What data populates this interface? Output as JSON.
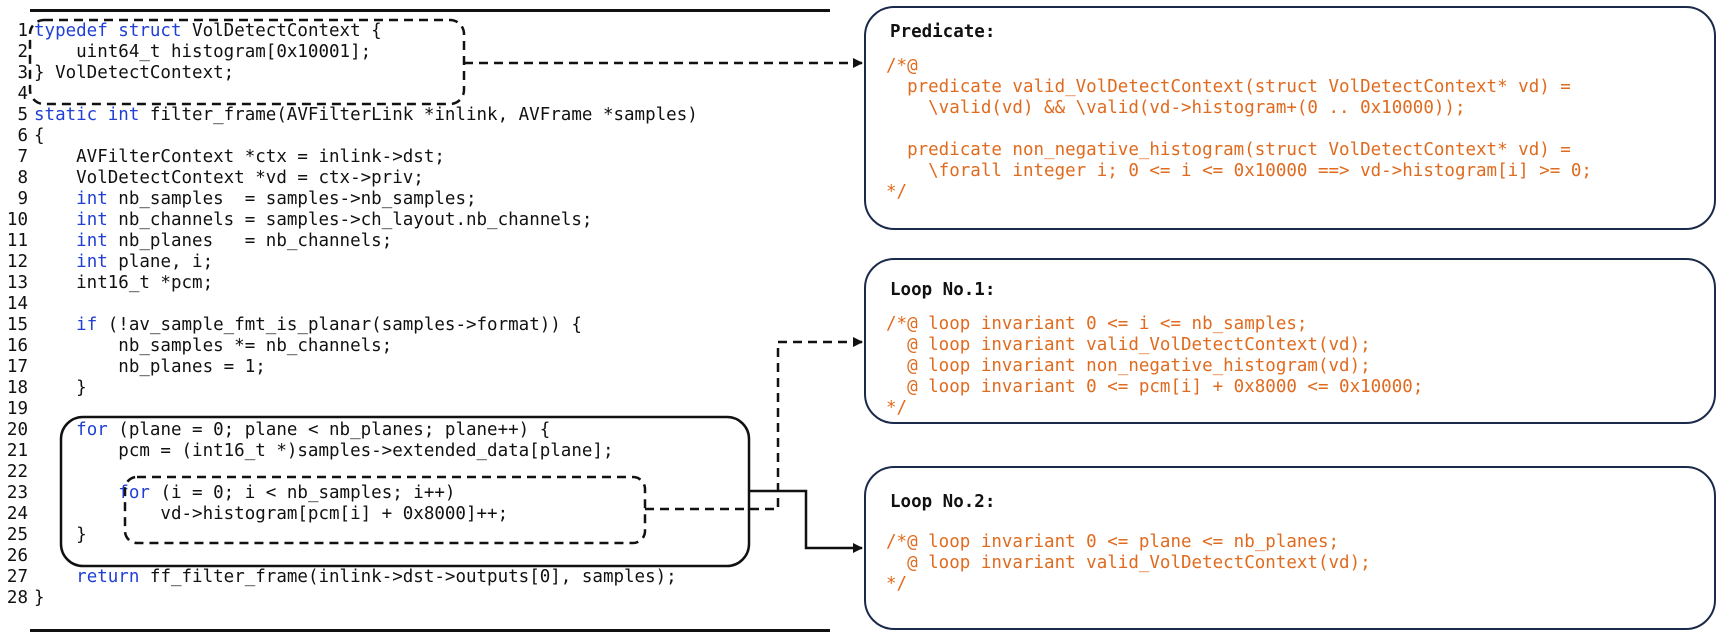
{
  "code": {
    "lines": [
      {
        "n": "1",
        "parts": [
          {
            "t": "typedef struct",
            "kw": true
          },
          {
            "t": " VolDetectContext {"
          }
        ]
      },
      {
        "n": "2",
        "parts": [
          {
            "t": "    uint64_t histogram[0x10001];"
          }
        ]
      },
      {
        "n": "3",
        "parts": [
          {
            "t": "} VolDetectContext;"
          }
        ]
      },
      {
        "n": "4",
        "parts": [
          {
            "t": ""
          }
        ]
      },
      {
        "n": "5",
        "parts": [
          {
            "t": "static int",
            "kw": true
          },
          {
            "t": " filter_frame(AVFilterLink *inlink, AVFrame *samples)"
          }
        ]
      },
      {
        "n": "6",
        "parts": [
          {
            "t": "{"
          }
        ]
      },
      {
        "n": "7",
        "parts": [
          {
            "t": "    AVFilterContext *ctx = inlink->dst;"
          }
        ]
      },
      {
        "n": "8",
        "parts": [
          {
            "t": "    VolDetectContext *vd = ctx->priv;"
          }
        ]
      },
      {
        "n": "9",
        "parts": [
          {
            "t": "    "
          },
          {
            "t": "int",
            "kw": true
          },
          {
            "t": " nb_samples  = samples->nb_samples;"
          }
        ]
      },
      {
        "n": "10",
        "parts": [
          {
            "t": "    "
          },
          {
            "t": "int",
            "kw": true
          },
          {
            "t": " nb_channels = samples->ch_layout.nb_channels;"
          }
        ]
      },
      {
        "n": "11",
        "parts": [
          {
            "t": "    "
          },
          {
            "t": "int",
            "kw": true
          },
          {
            "t": " nb_planes   = nb_channels;"
          }
        ]
      },
      {
        "n": "12",
        "parts": [
          {
            "t": "    "
          },
          {
            "t": "int",
            "kw": true
          },
          {
            "t": " plane, i;"
          }
        ]
      },
      {
        "n": "13",
        "parts": [
          {
            "t": "    int16_t *pcm;"
          }
        ]
      },
      {
        "n": "14",
        "parts": [
          {
            "t": ""
          }
        ]
      },
      {
        "n": "15",
        "parts": [
          {
            "t": "    "
          },
          {
            "t": "if",
            "kw": true
          },
          {
            "t": " (!av_sample_fmt_is_planar(samples->format)) {"
          }
        ]
      },
      {
        "n": "16",
        "parts": [
          {
            "t": "        nb_samples *= nb_channels;"
          }
        ]
      },
      {
        "n": "17",
        "parts": [
          {
            "t": "        nb_planes = 1;"
          }
        ]
      },
      {
        "n": "18",
        "parts": [
          {
            "t": "    }"
          }
        ]
      },
      {
        "n": "19",
        "parts": [
          {
            "t": ""
          }
        ]
      },
      {
        "n": "20",
        "parts": [
          {
            "t": "    "
          },
          {
            "t": "for",
            "kw": true
          },
          {
            "t": " (plane = 0; plane < nb_planes; plane++) {"
          }
        ]
      },
      {
        "n": "21",
        "parts": [
          {
            "t": "        pcm = (int16_t *)samples->extended_data[plane];"
          }
        ]
      },
      {
        "n": "22",
        "parts": [
          {
            "t": ""
          }
        ]
      },
      {
        "n": "23",
        "parts": [
          {
            "t": "        "
          },
          {
            "t": "for",
            "kw": true
          },
          {
            "t": " (i = 0; i < nb_samples; i++)"
          }
        ]
      },
      {
        "n": "24",
        "parts": [
          {
            "t": "            vd->histogram[pcm[i] + 0x8000]++;"
          }
        ]
      },
      {
        "n": "25",
        "parts": [
          {
            "t": "    }"
          }
        ]
      },
      {
        "n": "26",
        "parts": [
          {
            "t": ""
          }
        ]
      },
      {
        "n": "27",
        "parts": [
          {
            "t": "    "
          },
          {
            "t": "return",
            "kw": true
          },
          {
            "t": " ff_filter_frame(inlink->dst->outputs[0], samples);"
          }
        ]
      },
      {
        "n": "28",
        "parts": [
          {
            "t": "}"
          }
        ]
      }
    ]
  },
  "panels": {
    "predicate": {
      "title": "Predicate:",
      "lines": [
        "/*@",
        "  predicate valid_VolDetectContext(struct VolDetectContext* vd) =",
        "    \\valid(vd) && \\valid(vd->histogram+(0 .. 0x10000));",
        "",
        "  predicate non_negative_histogram(struct VolDetectContext* vd) =",
        "    \\forall integer i; 0 <= i <= 0x10000 ==> vd->histogram[i] >= 0;",
        "*/"
      ]
    },
    "loop1": {
      "title": "Loop No.1:",
      "lines": [
        "/*@ loop invariant 0 <= i <= nb_samples;",
        "  @ loop invariant valid_VolDetectContext(vd);",
        "  @ loop invariant non_negative_histogram(vd);",
        "  @ loop invariant 0 <= pcm[i] + 0x8000 <= 0x10000;",
        "*/"
      ]
    },
    "loop2": {
      "title": "Loop No.2:",
      "lines": [
        "/*@ loop invariant 0 <= plane <= nb_planes;",
        "  @ loop invariant valid_VolDetectContext(vd);",
        "*/"
      ]
    }
  },
  "colors": {
    "keyword": "#1f3fd6",
    "annotation": "#e06b1f",
    "panel_border": "#1b2a4a",
    "text": "#111111"
  }
}
